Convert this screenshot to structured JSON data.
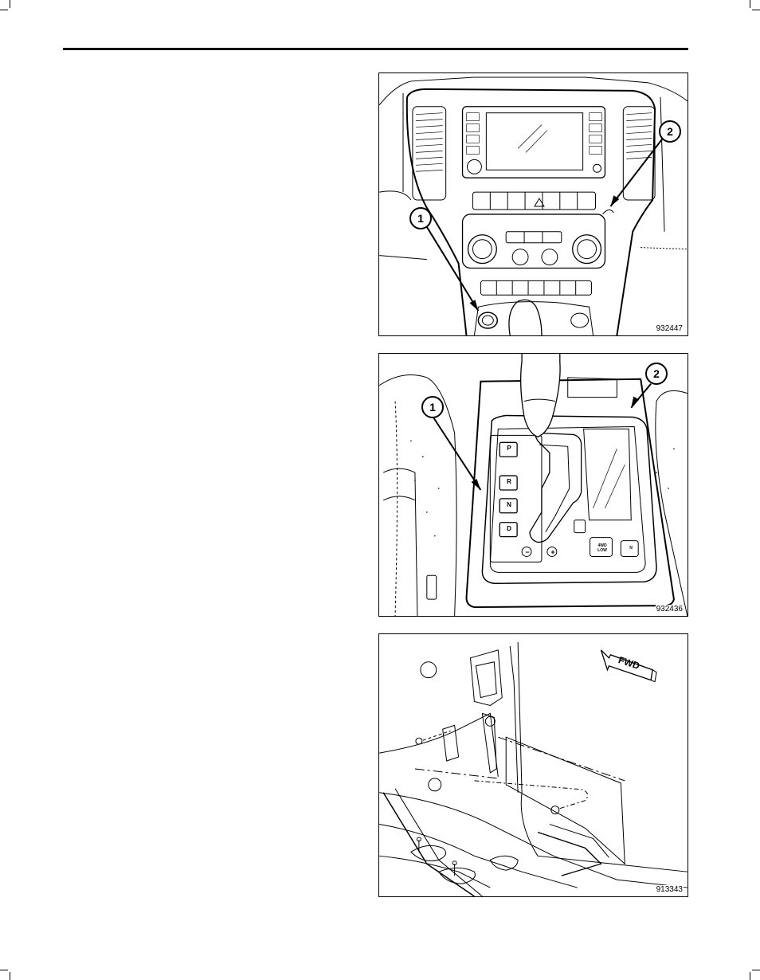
{
  "figures": [
    {
      "id": "932447",
      "callouts": [
        "1",
        "2"
      ]
    },
    {
      "id": "932436",
      "callouts": [
        "1",
        "2"
      ],
      "gear_labels": [
        "P",
        "R",
        "N",
        "D"
      ],
      "shift_symbols": [
        "−",
        "+"
      ],
      "switch_label": "4WD LOW",
      "neutral_label": "N"
    },
    {
      "id": "913343",
      "direction_label": "FWD"
    }
  ]
}
